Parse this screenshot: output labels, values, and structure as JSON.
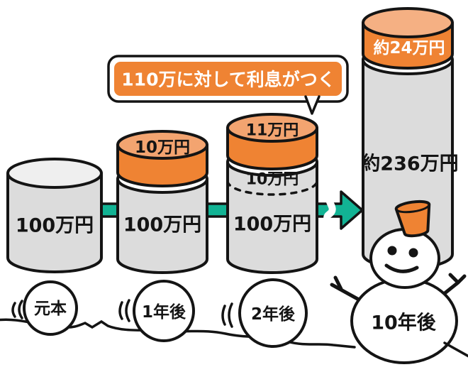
{
  "illustration": {
    "title": "compound-interest-snowball",
    "bubble_text": "110万に対して利息がつく",
    "stages": [
      {
        "time": "元本",
        "principal": "100万円"
      },
      {
        "time": "1年後",
        "principal": "100万円",
        "new_interest": "10万円"
      },
      {
        "time": "2年後",
        "principal": "100万円",
        "prior_interest": "10万円",
        "new_interest": "11万円"
      },
      {
        "time": "10年後",
        "principal": "約236万円",
        "new_interest": "約24万円"
      }
    ],
    "colors": {
      "orange": "#ef8333",
      "orange_top": "#f3a470",
      "orange_top_light": "#f5b083",
      "cylinder_gray": "#dcdcdc",
      "cylinder_gray_top": "#efefef",
      "arrow_green": "#12b394",
      "outline": "#141414",
      "white": "#ffffff"
    }
  }
}
